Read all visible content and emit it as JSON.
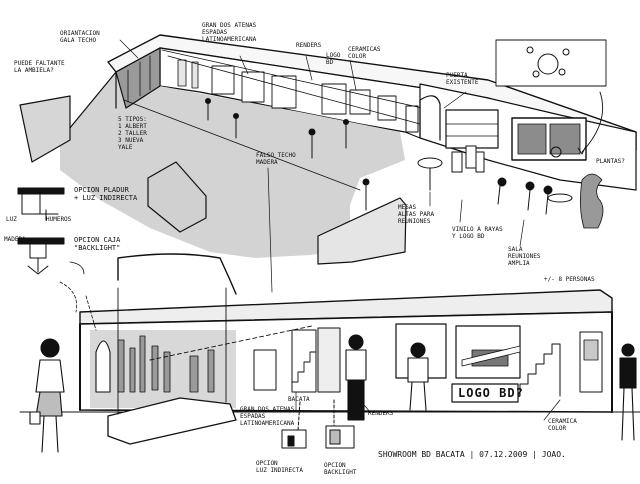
{
  "annotations": {
    "ground_floor_signs": "GRAN DOS ATENAS\nESPADAS\nLATINOAMERICANA",
    "window_shop": "ORIANTACION\nGALA TECHO",
    "glass_question": "PUEDE FALTANTE\nLA AMBIELA?",
    "displays": "RENDERS",
    "logo_bd_top": "LOGO\nBD",
    "ceramic_color": "CERAMICAS\nCOLOR",
    "entrance_door": "PUERTA\nEXISTENTE",
    "plants": "PLANTAS?",
    "floor_list": "5 TIPOS:\n1 ALBERT\n2 TALLER\n3 NUEVA\nYALE",
    "false_ceiling": "FALSO TECHO\nMADERA",
    "tables_label": "MESAS\nALTAS PARA\nREUNIONES",
    "glass_logo": "VINILO A RAYAS\nY LOGO BD",
    "meeting_room": "SALA\nREUNIONES\nAMPLIA",
    "persons": "+/- 8 PERSONAS",
    "plaster_option": "OPCION PLADUR\n+ LUZ INDIRECTA",
    "box_option": "OPCION CAJA\n\"BACKLIGHT\"",
    "light_label": "LUZ",
    "shelf_label": "HUMEROS",
    "wood_label": "MADERA",
    "bacata_label": "BACATA",
    "renders_bottom": "RENDERS",
    "logo_sign": "LOGO BD?",
    "ceramic_bottom": "CERAMICA\nCOLOR",
    "grand_bottom": "GRAN DOS ATENAS\nESPADAS\nLATINOAMERICANA",
    "indirect_option": "OPCION\nLUZ INDIRECTA",
    "backlight_option": "OPCION\nBACKLIGHT"
  },
  "signature": "SHOWROOM BD BACATA | 07.12.2009 | JOAO."
}
